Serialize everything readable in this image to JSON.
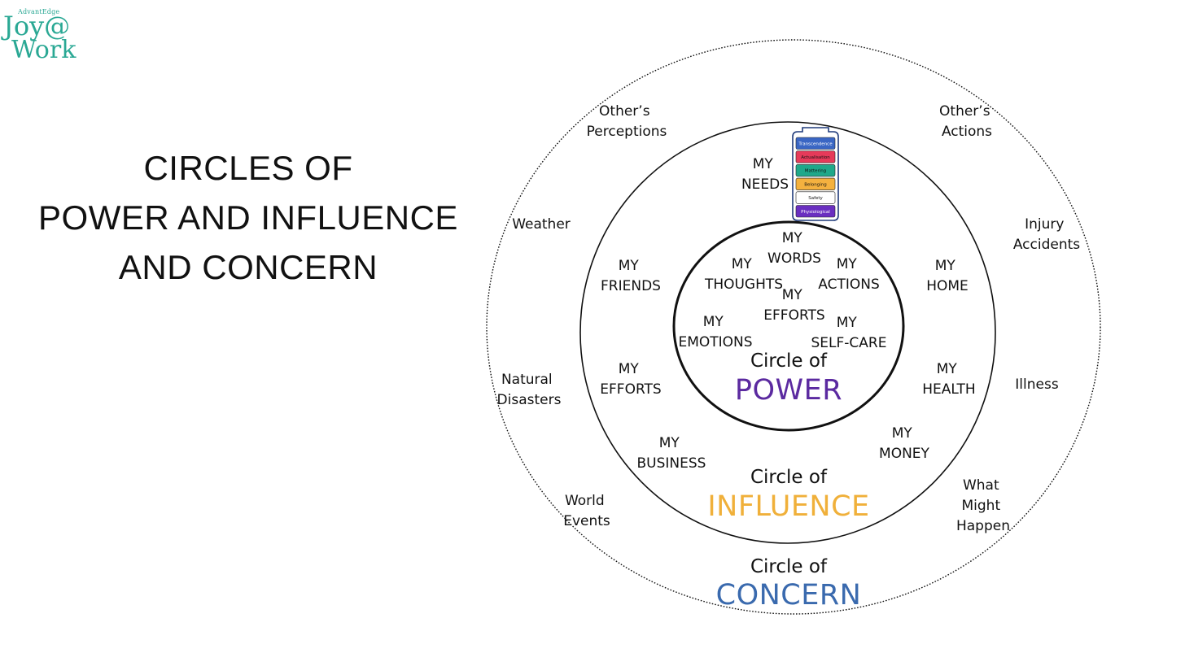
{
  "logo": {
    "small": "AdvantEdge",
    "line1": "Joy@",
    "line2": "Work",
    "color": "#2aa894"
  },
  "title": {
    "line1": "CIRCLES OF",
    "line2": "POWER AND INFLUENCE",
    "line3": "AND CONCERN"
  },
  "power": {
    "label_top": "Circle of",
    "label_main": "POWER",
    "color": "#5b2aa0",
    "items": [
      {
        "key": "words",
        "line1": "MY",
        "line2": "WORDS"
      },
      {
        "key": "thoughts",
        "line1": "MY",
        "line2": "THOUGHTS"
      },
      {
        "key": "actions",
        "line1": "MY",
        "line2": "ACTIONS"
      },
      {
        "key": "efforts",
        "line1": "MY",
        "line2": "EFFORTS"
      },
      {
        "key": "emotions",
        "line1": "MY",
        "line2": "EMOTIONS"
      },
      {
        "key": "self-care",
        "line1": "MY",
        "line2": "SELF-CARE"
      }
    ]
  },
  "influence": {
    "label_top": "Circle of",
    "label_main": "INFLUENCE",
    "color": "#f0b03a",
    "items": [
      {
        "key": "needs",
        "line1": "MY",
        "line2": "NEEDS"
      },
      {
        "key": "friends",
        "line1": "MY",
        "line2": "FRIENDS"
      },
      {
        "key": "home",
        "line1": "MY",
        "line2": "HOME"
      },
      {
        "key": "efforts",
        "line1": "MY",
        "line2": "EFFORTS"
      },
      {
        "key": "health",
        "line1": "MY",
        "line2": "HEALTH"
      },
      {
        "key": "business",
        "line1": "MY",
        "line2": "BUSINESS"
      },
      {
        "key": "money",
        "line1": "MY",
        "line2": "MONEY"
      }
    ]
  },
  "concern": {
    "label_top": "Circle of",
    "label_main": "CONCERN",
    "color": "#3a6aae",
    "items": [
      {
        "key": "others-perceptions",
        "line1": "Other’s",
        "line2": "Perceptions"
      },
      {
        "key": "others-actions",
        "line1": "Other’s",
        "line2": "Actions"
      },
      {
        "key": "weather",
        "line1": "Weather"
      },
      {
        "key": "injury-accidents",
        "line1": "Injury",
        "line2": "Accidents"
      },
      {
        "key": "natural-disasters",
        "line1": "Natural",
        "line2": "Disasters"
      },
      {
        "key": "illness",
        "line1": "Illness"
      },
      {
        "key": "world-events",
        "line1": "World",
        "line2": "Events"
      },
      {
        "key": "what-might-happen",
        "line1": "What",
        "line2": "Might",
        "line3": "Happen"
      }
    ]
  },
  "needs_battery": {
    "frame_color": "#1f3a7a",
    "levels": [
      {
        "label": "Transcendence",
        "color": "#3a66c4",
        "text_color": "#ffffff"
      },
      {
        "label": "Actualisation",
        "color": "#e63a5a",
        "text_color": "#111111"
      },
      {
        "label": "Mattering",
        "color": "#1fa88a",
        "text_color": "#111111"
      },
      {
        "label": "Belonging",
        "color": "#f4b13f",
        "text_color": "#111111"
      },
      {
        "label": "Safety",
        "color": "#ffffff",
        "text_color": "#111111"
      },
      {
        "label": "Physiological",
        "color": "#6a2fc0",
        "text_color": "#ffffff"
      }
    ]
  }
}
